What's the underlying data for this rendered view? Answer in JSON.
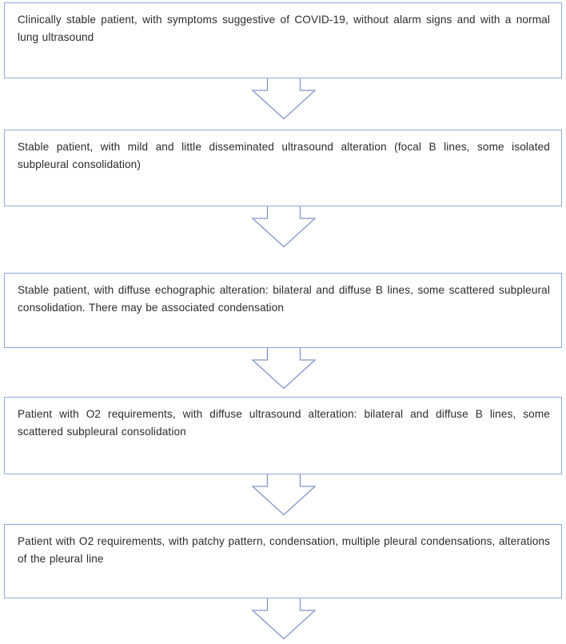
{
  "diagram": {
    "type": "flowchart",
    "orientation": "vertical-top-down",
    "title": "",
    "colors": {
      "box_border": "#8faadc",
      "arrow_stroke": "#8096c7",
      "box_fill": "#ffffff",
      "text": "#2b2b2b",
      "page_background": "#ffffff"
    },
    "nodes": [
      {
        "id": "node-1",
        "text": "Clinically  stable patient, with symptoms suggestive of COVID-19, without alarm signs and with a normal lung ultrasound"
      },
      {
        "id": "node-2",
        "text": "Stable patient, with mild and little disseminated ultrasound alteration (focal B lines, some isolated subpleural consolidation)"
      },
      {
        "id": "node-3",
        "text": "Stable patient, with diffuse echographic alteration: bilateral and diffuse B lines, some scattered subpleural consolidation. There may be associated condensation"
      },
      {
        "id": "node-4",
        "text": "Patient with O2 requirements, with diffuse ultrasound alteration: bilateral and diffuse B lines, some scattered subpleural consolidation"
      },
      {
        "id": "node-5",
        "text": "Patient with O2 requirements, with patchy pattern, condensation, multiple pleural condensations, alterations of the pleural line"
      }
    ],
    "connectors": [
      {
        "id": "arrow-1",
        "from": "node-1",
        "to": "node-2",
        "shape": "down-block-arrow",
        "label": ""
      },
      {
        "id": "arrow-2",
        "from": "node-2",
        "to": "node-3",
        "shape": "down-block-arrow",
        "label": ""
      },
      {
        "id": "arrow-3",
        "from": "node-3",
        "to": "node-4",
        "shape": "down-block-arrow",
        "label": ""
      },
      {
        "id": "arrow-4",
        "from": "node-4",
        "to": "node-5",
        "shape": "down-block-arrow",
        "label": ""
      },
      {
        "id": "arrow-5",
        "from": "node-5",
        "to": "",
        "shape": "down-block-arrow",
        "label": ""
      }
    ]
  }
}
